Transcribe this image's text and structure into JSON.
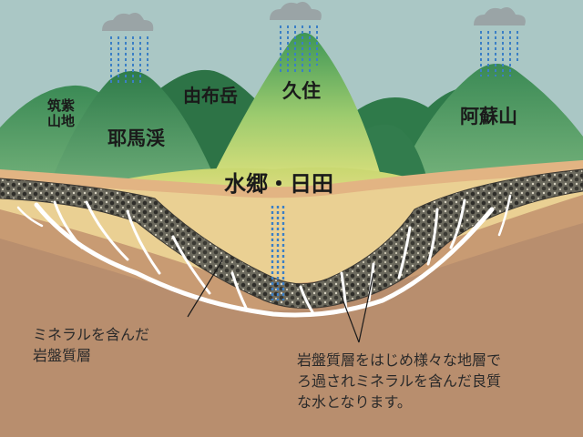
{
  "labels": {
    "chikushi": [
      "筑紫",
      "山地"
    ],
    "yabakei": "耶馬渓",
    "yufudake": "由布岳",
    "kuju": "久住",
    "aso": "阿蘇山",
    "suigo_hita": "水郷・日田"
  },
  "notes": {
    "mineral_rock": [
      "ミネラルを含んだ",
      "岩盤質層"
    ],
    "filtered_water": [
      "岩盤質層をはじめ様々な地層で",
      "ろ過されミネラルを含んだ良質",
      "な水となります。"
    ]
  },
  "colors": {
    "sky": "#a9c6c4",
    "mountain_dark": "#3f8a58",
    "mountain_mid": "#5da66b",
    "basin_yellow": "#d6dc7a",
    "sand": "#e9c993",
    "soil": "#c79a72",
    "deep_soil": "#b98a6a",
    "gravel": "#4a4a44",
    "rain": "#3b7fc6",
    "root_white": "#ffffff"
  },
  "icons": [
    "rain-cloud-icon",
    "rain-cloud-icon",
    "rain-cloud-icon"
  ]
}
